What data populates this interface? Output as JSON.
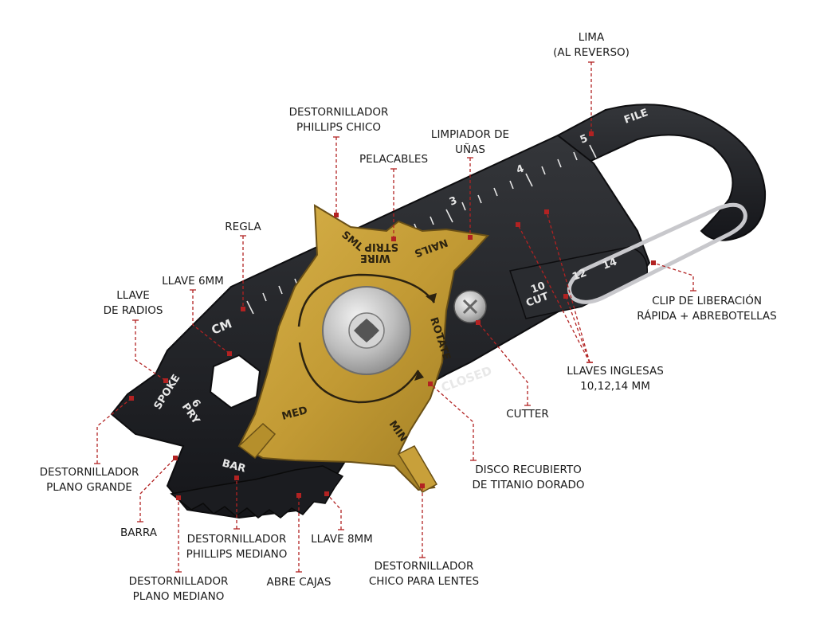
{
  "colors": {
    "leader": "#b22222",
    "tool_body": "#1e1f22",
    "brass": "#c8a03a",
    "brass_dark": "#8a6a1c",
    "steel": "#c9c9c9"
  },
  "labels": {
    "file": [
      "LIMA",
      "(AL REVERSO)"
    ],
    "phillips_small": [
      "DESTORNILLADOR",
      "PHILLIPS CHICO"
    ],
    "nail_cleaner": [
      "LIMPIADOR DE",
      "UÑAS"
    ],
    "wire_stripper": [
      "PELACABLES"
    ],
    "ruler": [
      "REGLA"
    ],
    "wrench_6mm": [
      "LLAVE 6MM"
    ],
    "spoke_wrench": [
      "LLAVE",
      "DE RADIOS"
    ],
    "release_clip": [
      "CLIP DE LIBERACIÓN",
      "RÁPIDA + ABREBOTELLAS"
    ],
    "wrenches_english": [
      "LLAVES INGLESAS",
      "10,12,14 MM"
    ],
    "cutter": [
      "CUTTER"
    ],
    "gold_disc": [
      "DISCO RECUBIERTO",
      "DE TITANIO DORADO"
    ],
    "flat_large": [
      "DESTORNILLADOR",
      "PLANO GRANDE"
    ],
    "bar": [
      "BARRA"
    ],
    "phillips_medium": [
      "DESTORNILLADOR",
      "PHILLIPS MEDIANO"
    ],
    "wrench_8mm": [
      "LLAVE 8MM"
    ],
    "box_opener": [
      "ABRE CAJAS"
    ],
    "flat_medium": [
      "DESTORNILLADOR",
      "PLANO MEDIANO"
    ],
    "glasses_screwdriver": [
      "DESTORNILLADOR",
      "CHICO PARA LENTES"
    ]
  },
  "tool_markings": {
    "file": "FILE",
    "ruler_5": "5",
    "ruler_4": "4",
    "ruler_3": "3",
    "cm": "CM",
    "size_10": "10",
    "size_12": "12",
    "size_14": "14",
    "cut": "CUT",
    "closed": "CLOSED",
    "rotate": "ROTATE",
    "sml": "SML",
    "wire": "WIRE",
    "strip": "STRIP",
    "nails": "NAILS",
    "med": "MED",
    "min": "MIN",
    "spoke": "SPOKE",
    "pry": "PRY",
    "six": "6",
    "bar": "BAR"
  }
}
